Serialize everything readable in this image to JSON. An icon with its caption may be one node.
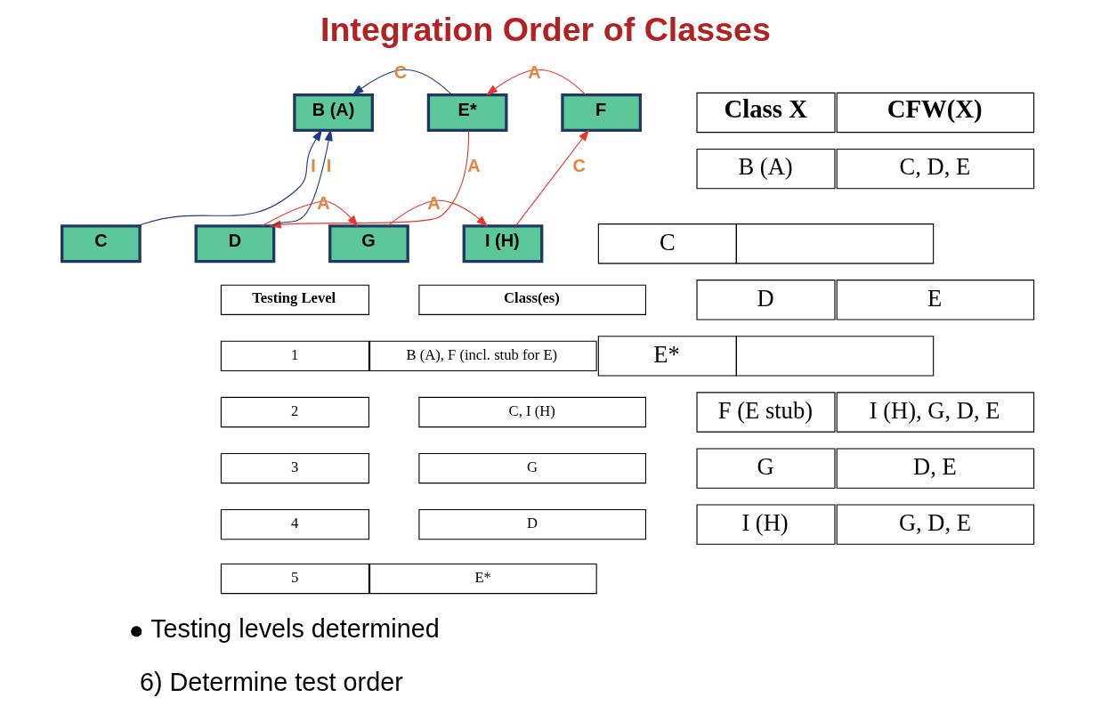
{
  "diagram": {
    "title": "Integration Order of Classes",
    "nodes": [
      {
        "text": [
          "B (A)"
        ]
      },
      {
        "text": [
          "E*"
        ]
      },
      {
        "text": [
          "F"
        ]
      },
      {
        "text": [
          "C"
        ]
      },
      {
        "text": [
          "D"
        ]
      },
      {
        "text": [
          "G"
        ]
      },
      {
        "text": [
          "I (H)"
        ]
      }
    ],
    "edges": [
      {
        "from": 1,
        "to": 0,
        "arrow": "to",
        "label": "C",
        "color": "#1f3a7a"
      },
      {
        "from": 2,
        "to": 1,
        "arrow": "to",
        "label": "A"
      },
      {
        "from": 3,
        "to": 0,
        "arrow": "to",
        "label": "I",
        "color": "#1f3a7a"
      },
      {
        "from": 4,
        "to": 0,
        "arrow": "to",
        "label": "I",
        "color": "#1f3a7a"
      },
      {
        "from": 1,
        "to": 4,
        "arrow": "to",
        "label": "A"
      },
      {
        "from": 4,
        "to": 5,
        "arrow": "to",
        "label": "A"
      },
      {
        "from": 5,
        "to": 6,
        "arrow": "to",
        "label": "A"
      },
      {
        "from": 6,
        "to": 2,
        "arrow": "to",
        "label": "C"
      }
    ],
    "labels": [
      "Testing Level",
      "Class(es)",
      "1",
      "B (A), F (incl. stub for E)",
      "2",
      "C, I (H)",
      "3",
      "G",
      "4",
      "D",
      "5",
      "E*",
      "Testing levels determined",
      "6) Determine test order",
      "Class X",
      "CFW(X)",
      "B (A)",
      "C, D, E",
      "C",
      "D",
      "E",
      "E*",
      "F (E stub)",
      "I (H), G, D, E",
      "G",
      "D, E",
      "I (H)",
      "G, D, E"
    ]
  }
}
